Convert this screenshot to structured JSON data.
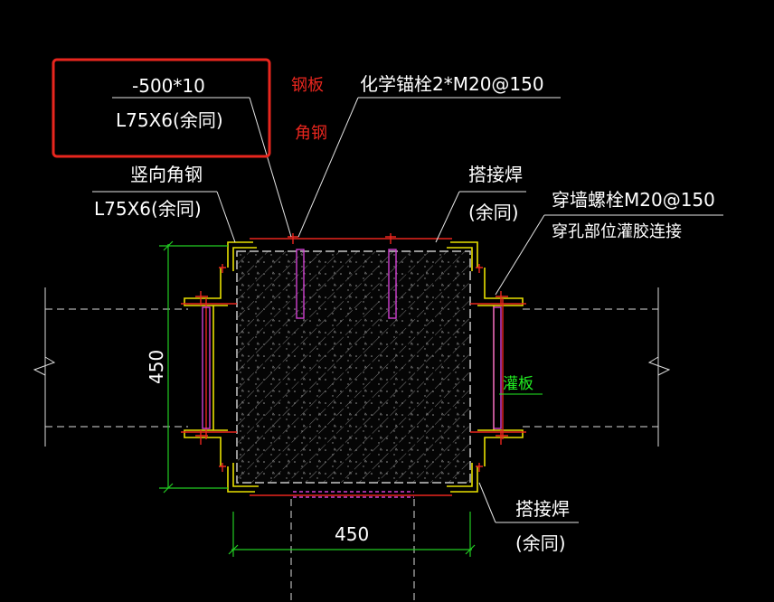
{
  "callout": {
    "plate_spec": "-500*10",
    "angle_spec": "L75X6(余同)",
    "plate_label": "钢板",
    "angle_label": "角钢"
  },
  "anchor_note": "化学锚栓2*M20@150",
  "vertical_angle": {
    "title": "竖向角钢",
    "spec": "L75X6(余同)"
  },
  "lap_weld_top": {
    "title": "搭接焊",
    "note": "(余同)"
  },
  "through_bolt": {
    "line1": "穿墙螺栓M20@150",
    "line2": "穿孔部位灌胶连接"
  },
  "grout_plate_label": "灌板",
  "lap_weld_bottom": {
    "title": "搭接焊",
    "note": "(余同)"
  },
  "dim_vertical": "450",
  "dim_horizontal": "450",
  "colors": {
    "background": "#000000",
    "steel_yellow": "#e8e000",
    "bolt_magenta": "#d040d0",
    "weld_red": "#e8261e",
    "dimension_green": "#22cc22",
    "hatch_gray": "#8a8a8a"
  }
}
